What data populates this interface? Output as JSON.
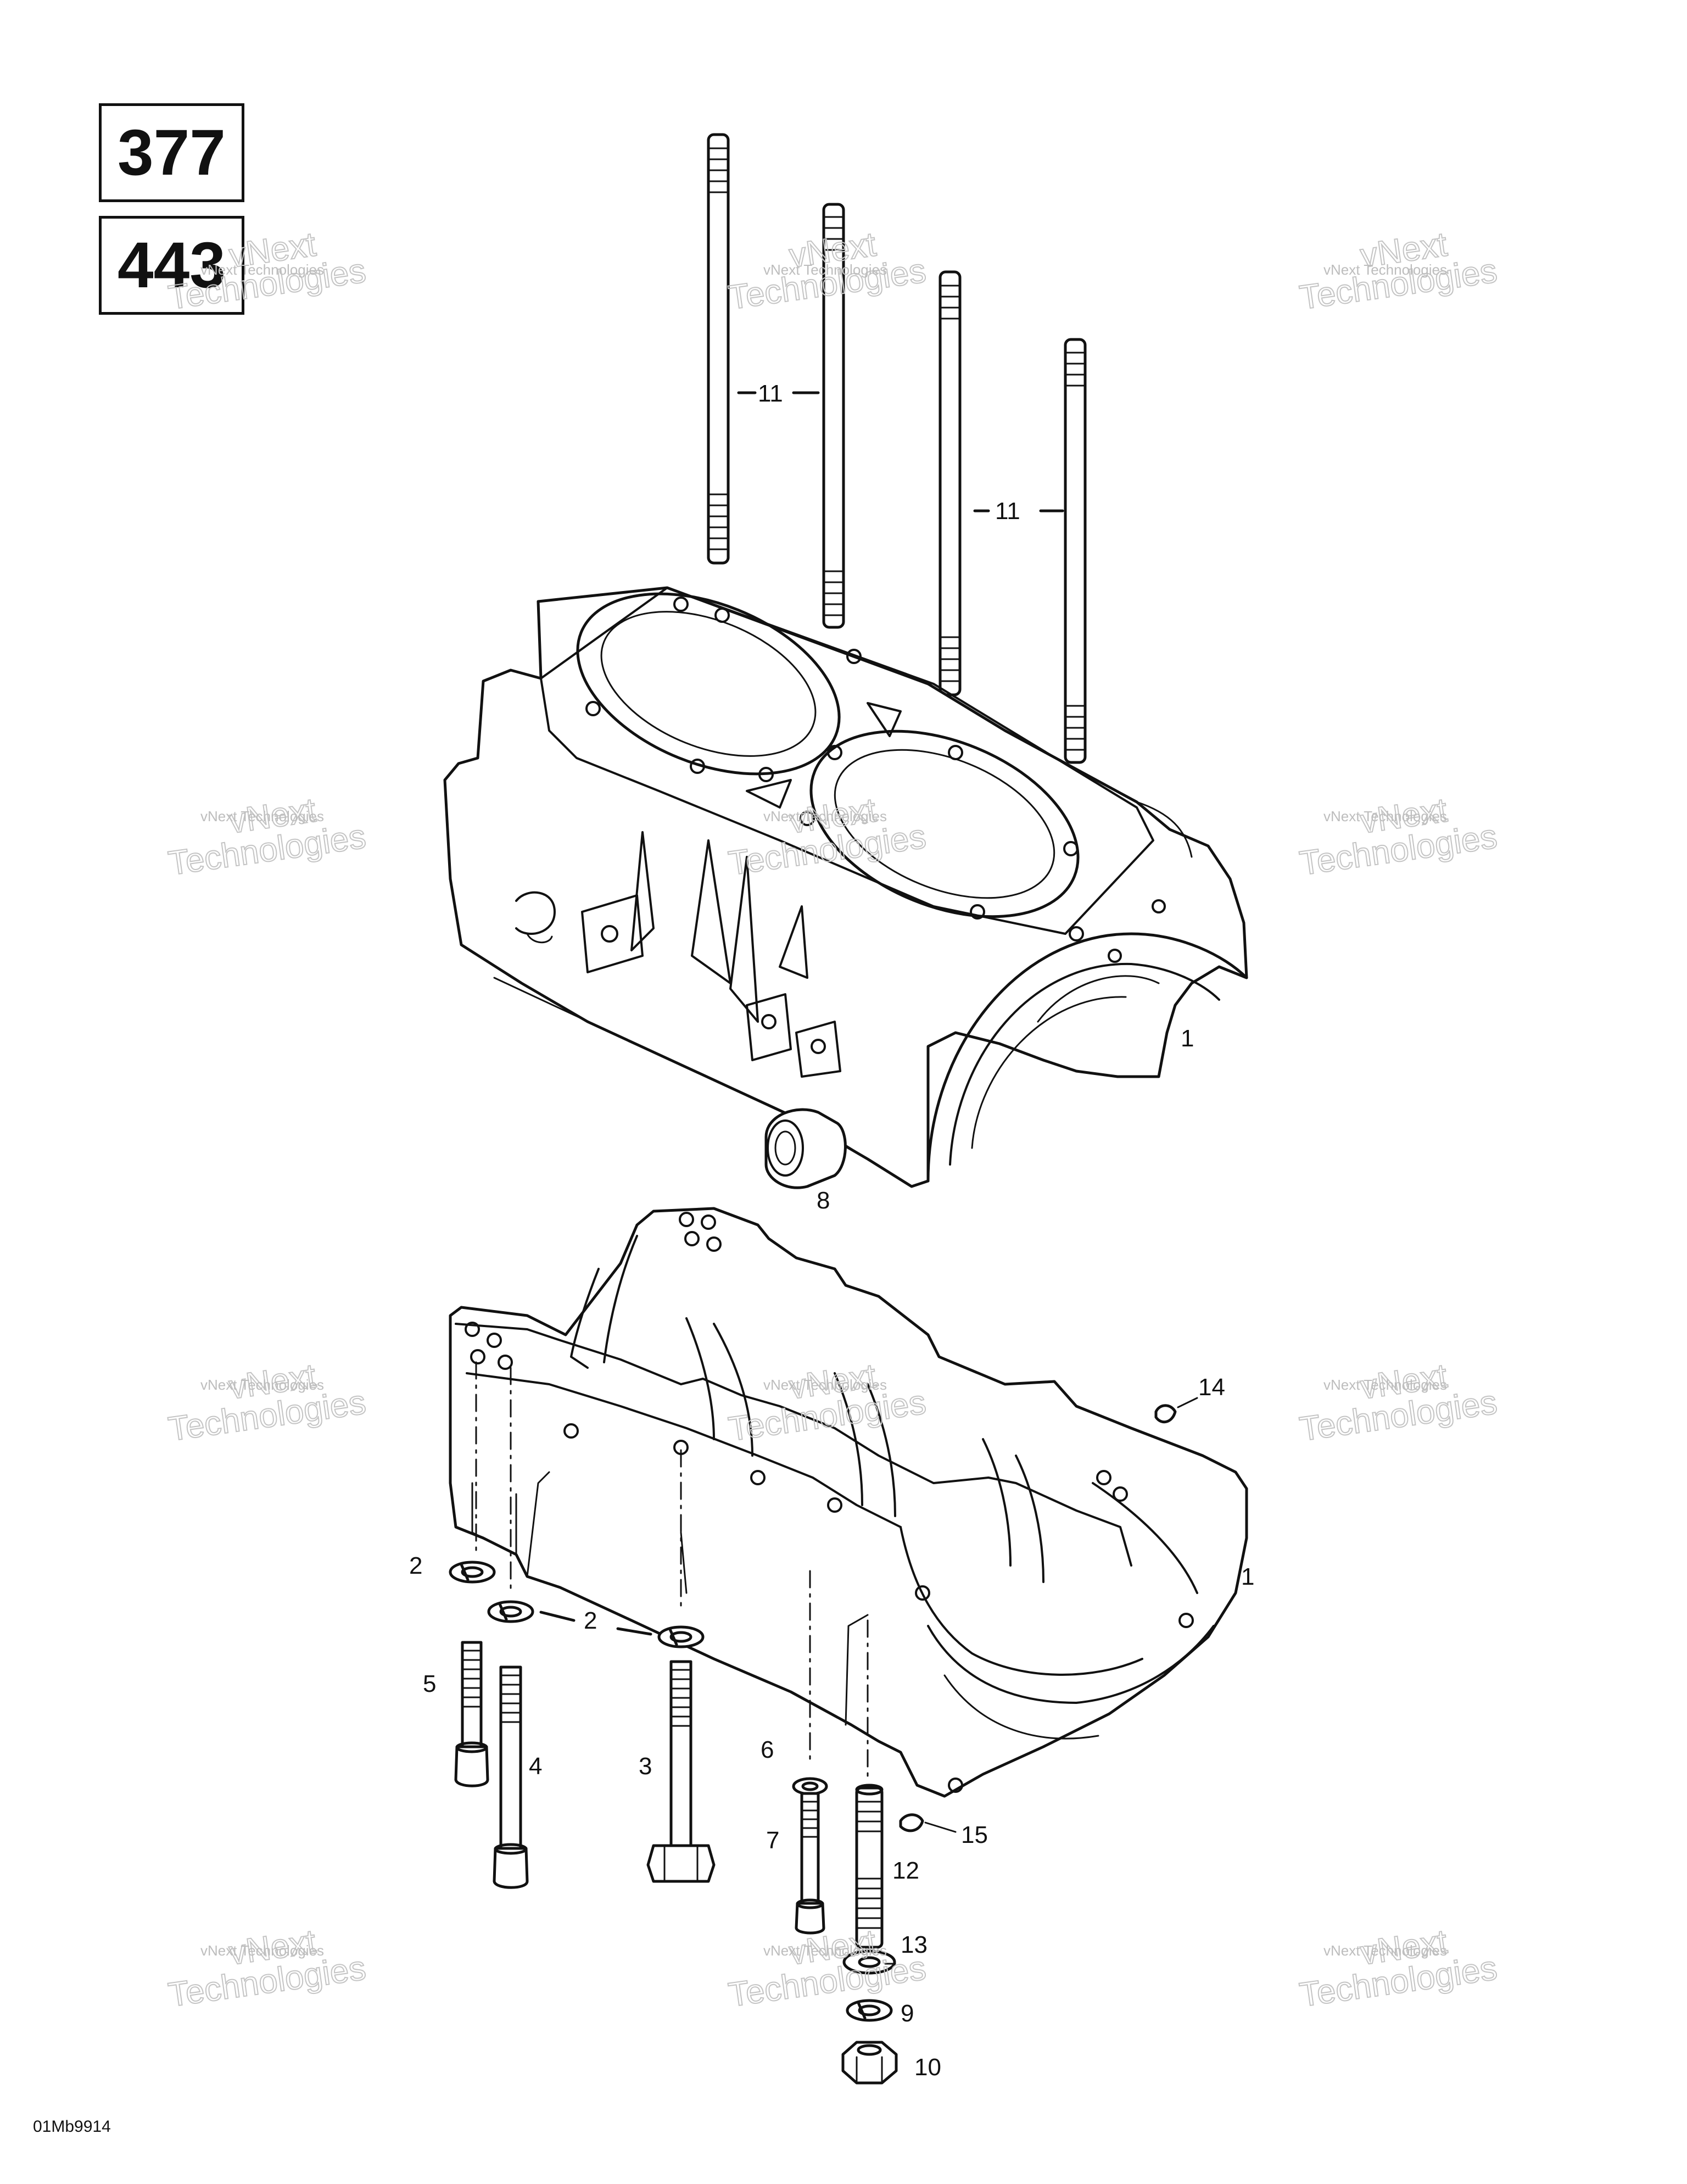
{
  "engine_codes": [
    "377",
    "443"
  ],
  "drawing_code": "01Mb9914",
  "watermark": {
    "small": "vNext Technologies",
    "large_a": "vNext",
    "large_b": "Technologies"
  },
  "callouts": {
    "c1": "1",
    "c2": "2",
    "c3": "3",
    "c4": "4",
    "c5": "5",
    "c6": "6",
    "c7": "7",
    "c8": "8",
    "c9": "9",
    "c10": "10",
    "c11": "11",
    "c12": "12",
    "c13": "13",
    "c14": "14",
    "c15": "15"
  },
  "colors": {
    "line": "#111111",
    "watermark": "#bdbdbd"
  }
}
